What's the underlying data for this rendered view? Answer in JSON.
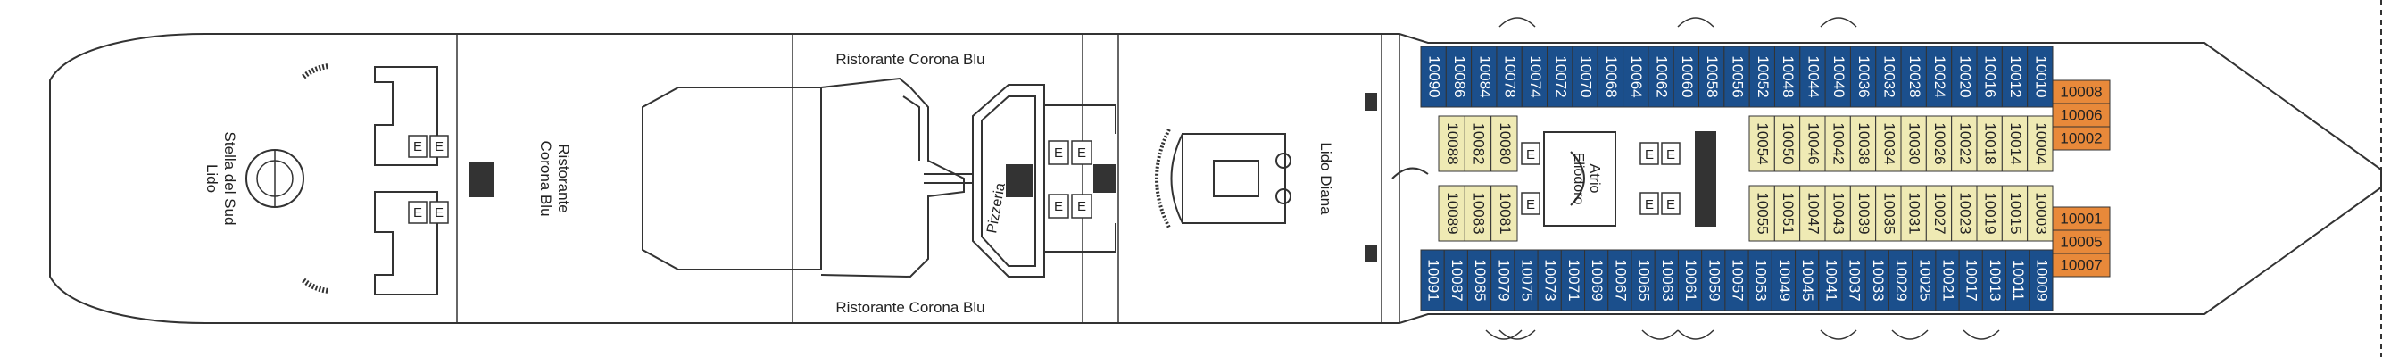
{
  "venues": {
    "lido_stella_line1": "Lido",
    "lido_stella_line2": "Stella del Sud",
    "ristorante_vertical_line1": "Ristorante",
    "ristorante_vertical_line2": "Corona Blu",
    "ristorante_top": "Ristorante Corona Blu",
    "ristorante_bottom": "Ristorante Corona Blu",
    "pizzeria": "Pizzeria",
    "lido_diana": "Lido Diana",
    "atrio_line1": "Atrio",
    "atrio_line2": "Eliodoro"
  },
  "elevator_label": "E",
  "cabins": {
    "top_outer": [
      "10090",
      "10086",
      "10084",
      "10078",
      "10074",
      "10072",
      "10070",
      "10068",
      "10064",
      "10062",
      "10060",
      "10058",
      "10056",
      "10052",
      "10048",
      "10044",
      "10040",
      "10036",
      "10032",
      "10028",
      "10024",
      "10020",
      "10016",
      "10012",
      "10010"
    ],
    "top_inner": [
      "10088",
      "10082",
      "10080",
      "10054",
      "10050",
      "10046",
      "10042",
      "10038",
      "10034",
      "10030",
      "10026",
      "10022",
      "10018",
      "10014",
      "10004"
    ],
    "bottom_inner": [
      "10089",
      "10083",
      "10081",
      "10055",
      "10051",
      "10047",
      "10043",
      "10039",
      "10035",
      "10031",
      "10027",
      "10023",
      "10019",
      "10015",
      "10003"
    ],
    "bottom_outer": [
      "10091",
      "10087",
      "10085",
      "10079",
      "10075",
      "10073",
      "10071",
      "10069",
      "10067",
      "10065",
      "10063",
      "10061",
      "10059",
      "10057",
      "10053",
      "10049",
      "10045",
      "10041",
      "10037",
      "10033",
      "10029",
      "10025",
      "10021",
      "10017",
      "10013",
      "10011",
      "10009"
    ],
    "bow_top": [
      "10008",
      "10006",
      "10002"
    ],
    "bow_bottom": [
      "10001",
      "10005",
      "10007"
    ]
  },
  "colors": {
    "outside_cabin": "#1b4f8c",
    "inside_cabin": "#efeab4",
    "suite": "#e8893a",
    "outline": "#333333"
  }
}
